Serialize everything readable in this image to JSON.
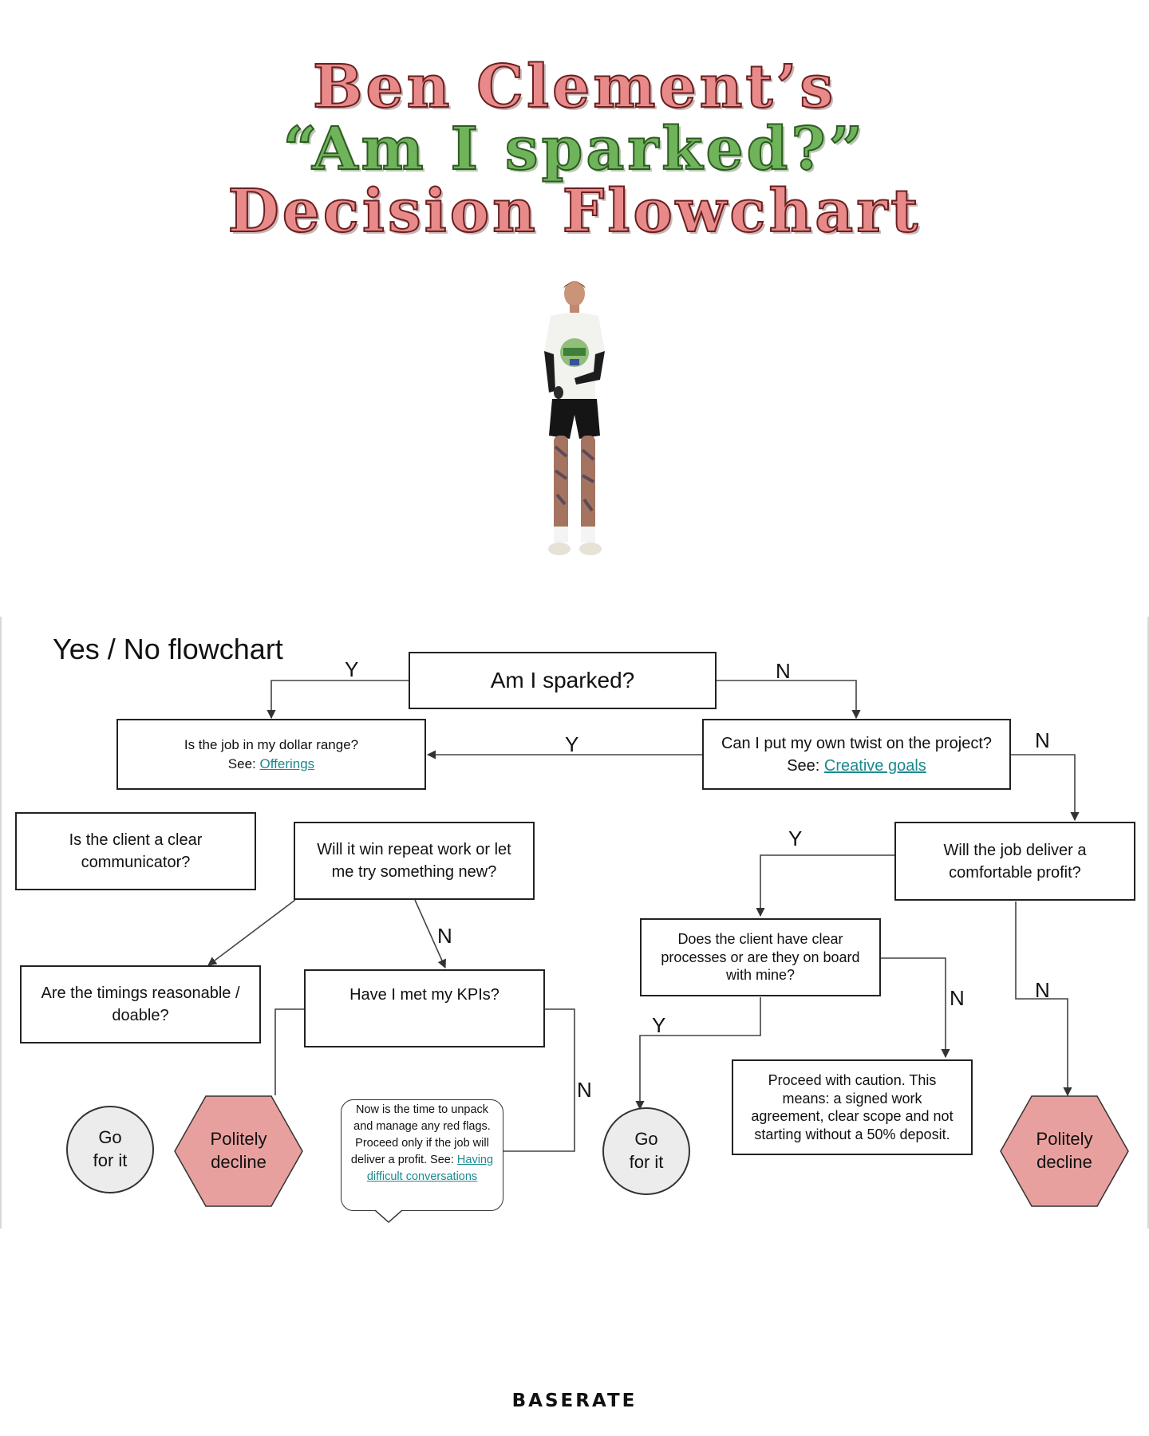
{
  "title": {
    "line1": "Ben Clement’s",
    "line2": "“Am I sparked?”",
    "line3": "Decision Flowchart"
  },
  "flowchart": {
    "heading": "Yes / No flowchart",
    "nodes": {
      "am_i_sparked": "Am I sparked?",
      "dollar_range": {
        "question": "Is the job in my dollar range?",
        "see_prefix": "See: ",
        "link": "Offerings"
      },
      "own_twist": {
        "question": "Can I put my own twist on the project?",
        "see_prefix": "See: ",
        "link": "Creative goals"
      },
      "clear_communicator": "Is the client a clear communicator?",
      "repeat_work": "Will it win repeat work or let me try something new?",
      "comfortable_profit": "Will the job deliver a comfortable profit?",
      "timings": "Are the timings reasonable / doable?",
      "kpis": "Have I met my KPIs?",
      "clear_processes": "Does the client have clear processes or are they on board with mine?",
      "proceed_caution": "Proceed with caution. This means: a signed work agreement, clear scope and not starting without a 50% deposit.",
      "go_for_it_left": {
        "line1": "Go",
        "line2": "for it"
      },
      "politely_decline_left": {
        "line1": "Politely",
        "line2": "decline"
      },
      "go_for_it_right": {
        "line1": "Go",
        "line2": "for it"
      },
      "politely_decline_right": {
        "line1": "Politely",
        "line2": "decline"
      },
      "red_flags_note": {
        "text": "Now is the time to unpack and manage any red flags. Proceed only if the job will deliver a profit. See: ",
        "link": "Having difficult conversations"
      }
    },
    "edge_labels": {
      "sparked_yes": "Y",
      "sparked_no": "N",
      "twist_yes": "Y",
      "twist_no": "N",
      "profit_yes": "Y",
      "profit_no": "N",
      "repeat_no": "N",
      "kpis_no": "N",
      "processes_yes": "Y",
      "processes_no": "N"
    }
  },
  "colors": {
    "title_pink": "#e98a8a",
    "title_green": "#6fb35a",
    "link_teal": "#1a8a8f",
    "decline_fill": "#e8a09e",
    "go_fill": "#ececec"
  },
  "brand": "BASERATE"
}
